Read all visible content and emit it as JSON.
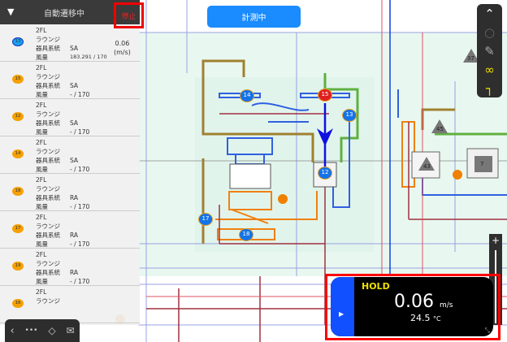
{
  "panel": {
    "title": "自動遷移中",
    "stop_label": "停止",
    "rows": [
      {
        "id": "13",
        "floor": "2FL",
        "room": "ラウンジ",
        "system_label": "器具系統",
        "system": "SA",
        "flow_label": "風量",
        "flow": "183.291 / 170",
        "measure": "0.06",
        "unit": "(m/s)",
        "selected": true
      },
      {
        "id": "15",
        "floor": "2FL",
        "room": "ラウンジ",
        "system_label": "器具系統",
        "system": "SA",
        "flow_label": "風量",
        "flow": "- / 170"
      },
      {
        "id": "12",
        "floor": "2FL",
        "room": "ラウンジ",
        "system_label": "器具系統",
        "system": "SA",
        "flow_label": "風量",
        "flow": "- / 170"
      },
      {
        "id": "14",
        "floor": "2FL",
        "room": "ラウンジ",
        "system_label": "器具系統",
        "system": "SA",
        "flow_label": "風量",
        "flow": "- / 170"
      },
      {
        "id": "18",
        "floor": "2FL",
        "room": "ラウンジ",
        "system_label": "器具系統",
        "system": "RA",
        "flow_label": "風量",
        "flow": "- / 170"
      },
      {
        "id": "17",
        "floor": "2FL",
        "room": "ラウンジ",
        "system_label": "器具系統",
        "system": "RA",
        "flow_label": "風量",
        "flow": "- / 170"
      },
      {
        "id": "19",
        "floor": "2FL",
        "room": "ラウンジ",
        "system_label": "器具系統",
        "system": "RA",
        "flow_label": "風量",
        "flow": "- / 170"
      },
      {
        "id": "16",
        "floor": "2FL",
        "room": "ラウンジ",
        "system_label": "",
        "system": "",
        "flow_label": "",
        "flow": ""
      }
    ]
  },
  "measuring_button": "計測中",
  "hold": {
    "label": "HOLD",
    "value": "0.06",
    "unit": "m/s",
    "temp": "24.5",
    "temp_unit": "°C"
  },
  "map_markers": {
    "m14": "14",
    "m15": "15",
    "m13": "13",
    "m12": "12",
    "m17": "17",
    "m18": "18",
    "t37": "37",
    "t45": "45",
    "t43": "43",
    "s7": "7"
  },
  "colors": {
    "accent": "#1a8cff",
    "selected_marker": "#e02020",
    "hold_label": "#f0e000",
    "highlight": "#ff0000"
  },
  "icons": [
    "chevron-up-icon",
    "compass-icon",
    "pencil-icon",
    "link-icon",
    "route-icon",
    "back-icon",
    "more-icon",
    "layers-icon",
    "mail-icon"
  ]
}
